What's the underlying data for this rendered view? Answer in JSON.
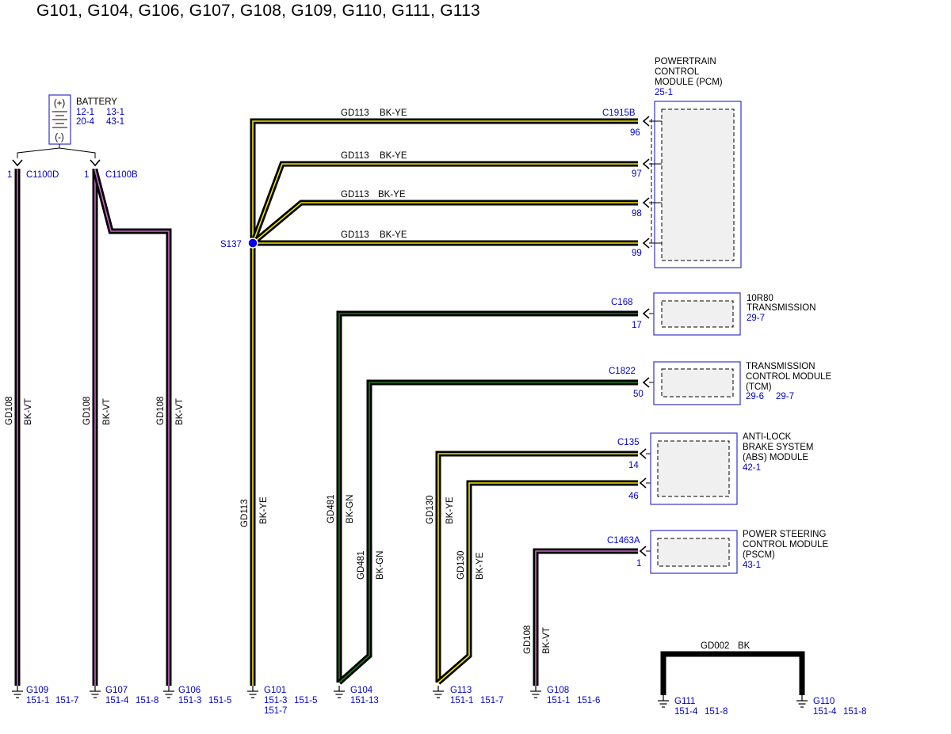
{
  "title": "G101, G104, G106, G107, G108, G109, G110, G111, G113",
  "colors": {
    "bk_vt_stripe": "#cc66cc",
    "bk_ye_stripe": "#f2e600",
    "bk_gn_stripe": "#1f7a1f",
    "wire_body": "#000000",
    "reference_text": "#0000cc",
    "module_border": "#3333cc",
    "module_fill": "#f0f0f0",
    "splice_dot": "#0000ee"
  },
  "battery": {
    "label": "BATTERY",
    "plus": "(+)",
    "minus": "(-)",
    "ref_1": "12-1",
    "ref_2": "13-1",
    "ref_3": "20-4",
    "ref_4": "43-1"
  },
  "battery_connectors": {
    "c1100d": {
      "pin": "1",
      "name": "C1100D"
    },
    "c1100b": {
      "pin": "1",
      "name": "C1100B"
    }
  },
  "pcm": {
    "line1": "POWERTRAIN",
    "line2": "CONTROL",
    "line3": "MODULE (PCM)",
    "ref": "25-1",
    "connector": "C1915B",
    "pins": [
      "96",
      "97",
      "98",
      "99"
    ]
  },
  "pcm_wires": [
    {
      "circuit": "GD113",
      "color": "BK-YE"
    },
    {
      "circuit": "GD113",
      "color": "BK-YE"
    },
    {
      "circuit": "GD113",
      "color": "BK-YE"
    },
    {
      "circuit": "GD113",
      "color": "BK-YE"
    }
  ],
  "splice": {
    "name": "S137"
  },
  "transmission": {
    "line1": "10R80",
    "line2": "TRANSMISSION",
    "ref": "29-7",
    "connector": "C168",
    "pin": "17"
  },
  "tcm": {
    "line1": "TRANSMISSION",
    "line2": "CONTROL MODULE",
    "line3": "(TCM)",
    "ref_1": "29-6",
    "ref_2": "29-7",
    "connector": "C1822",
    "pin": "50"
  },
  "abs": {
    "line1": "ANTI-LOCK",
    "line2": "BRAKE SYSTEM",
    "line3": "(ABS) MODULE",
    "ref": "42-1",
    "connector": "C135",
    "pin_1": "14",
    "pin_2": "46"
  },
  "pscm": {
    "line1": "POWER STEERING",
    "line2": "CONTROL MODULE",
    "line3": "(PSCM)",
    "ref": "43-1",
    "connector": "C1463A",
    "pin": "1"
  },
  "vertical_wires": {
    "g109": {
      "circuit": "GD108",
      "color": "BK-VT"
    },
    "g107": {
      "circuit": "GD108",
      "color": "BK-VT"
    },
    "g106": {
      "circuit": "GD108",
      "color": "BK-VT"
    },
    "g101": {
      "circuit": "GD113",
      "color": "BK-YE"
    },
    "g104_a": {
      "circuit": "GD481",
      "color": "BK-GN"
    },
    "g104_b": {
      "circuit": "GD481",
      "color": "BK-GN"
    },
    "g113_a": {
      "circuit": "GD130",
      "color": "BK-YE"
    },
    "g113_b": {
      "circuit": "GD130",
      "color": "BK-YE"
    },
    "g108": {
      "circuit": "GD108",
      "color": "BK-VT"
    }
  },
  "gd002_wire": {
    "circuit": "GD002",
    "color": "BK"
  },
  "grounds": {
    "g109": {
      "name": "G109",
      "ref_1": "151-1",
      "ref_2": "151-7"
    },
    "g107": {
      "name": "G107",
      "ref_1": "151-4",
      "ref_2": "151-8"
    },
    "g106": {
      "name": "G106",
      "ref_1": "151-3",
      "ref_2": "151-5"
    },
    "g101": {
      "name": "G101",
      "ref_1": "151-3",
      "ref_2": "151-5",
      "ref_3": "151-7"
    },
    "g104": {
      "name": "G104",
      "ref_1": "151-13"
    },
    "g113": {
      "name": "G113",
      "ref_1": "151-1",
      "ref_2": "151-7"
    },
    "g108": {
      "name": "G108",
      "ref_1": "151-1",
      "ref_2": "151-6"
    },
    "g111": {
      "name": "G111",
      "ref_1": "151-4",
      "ref_2": "151-8"
    },
    "g110": {
      "name": "G110",
      "ref_1": "151-4",
      "ref_2": "151-8"
    }
  }
}
